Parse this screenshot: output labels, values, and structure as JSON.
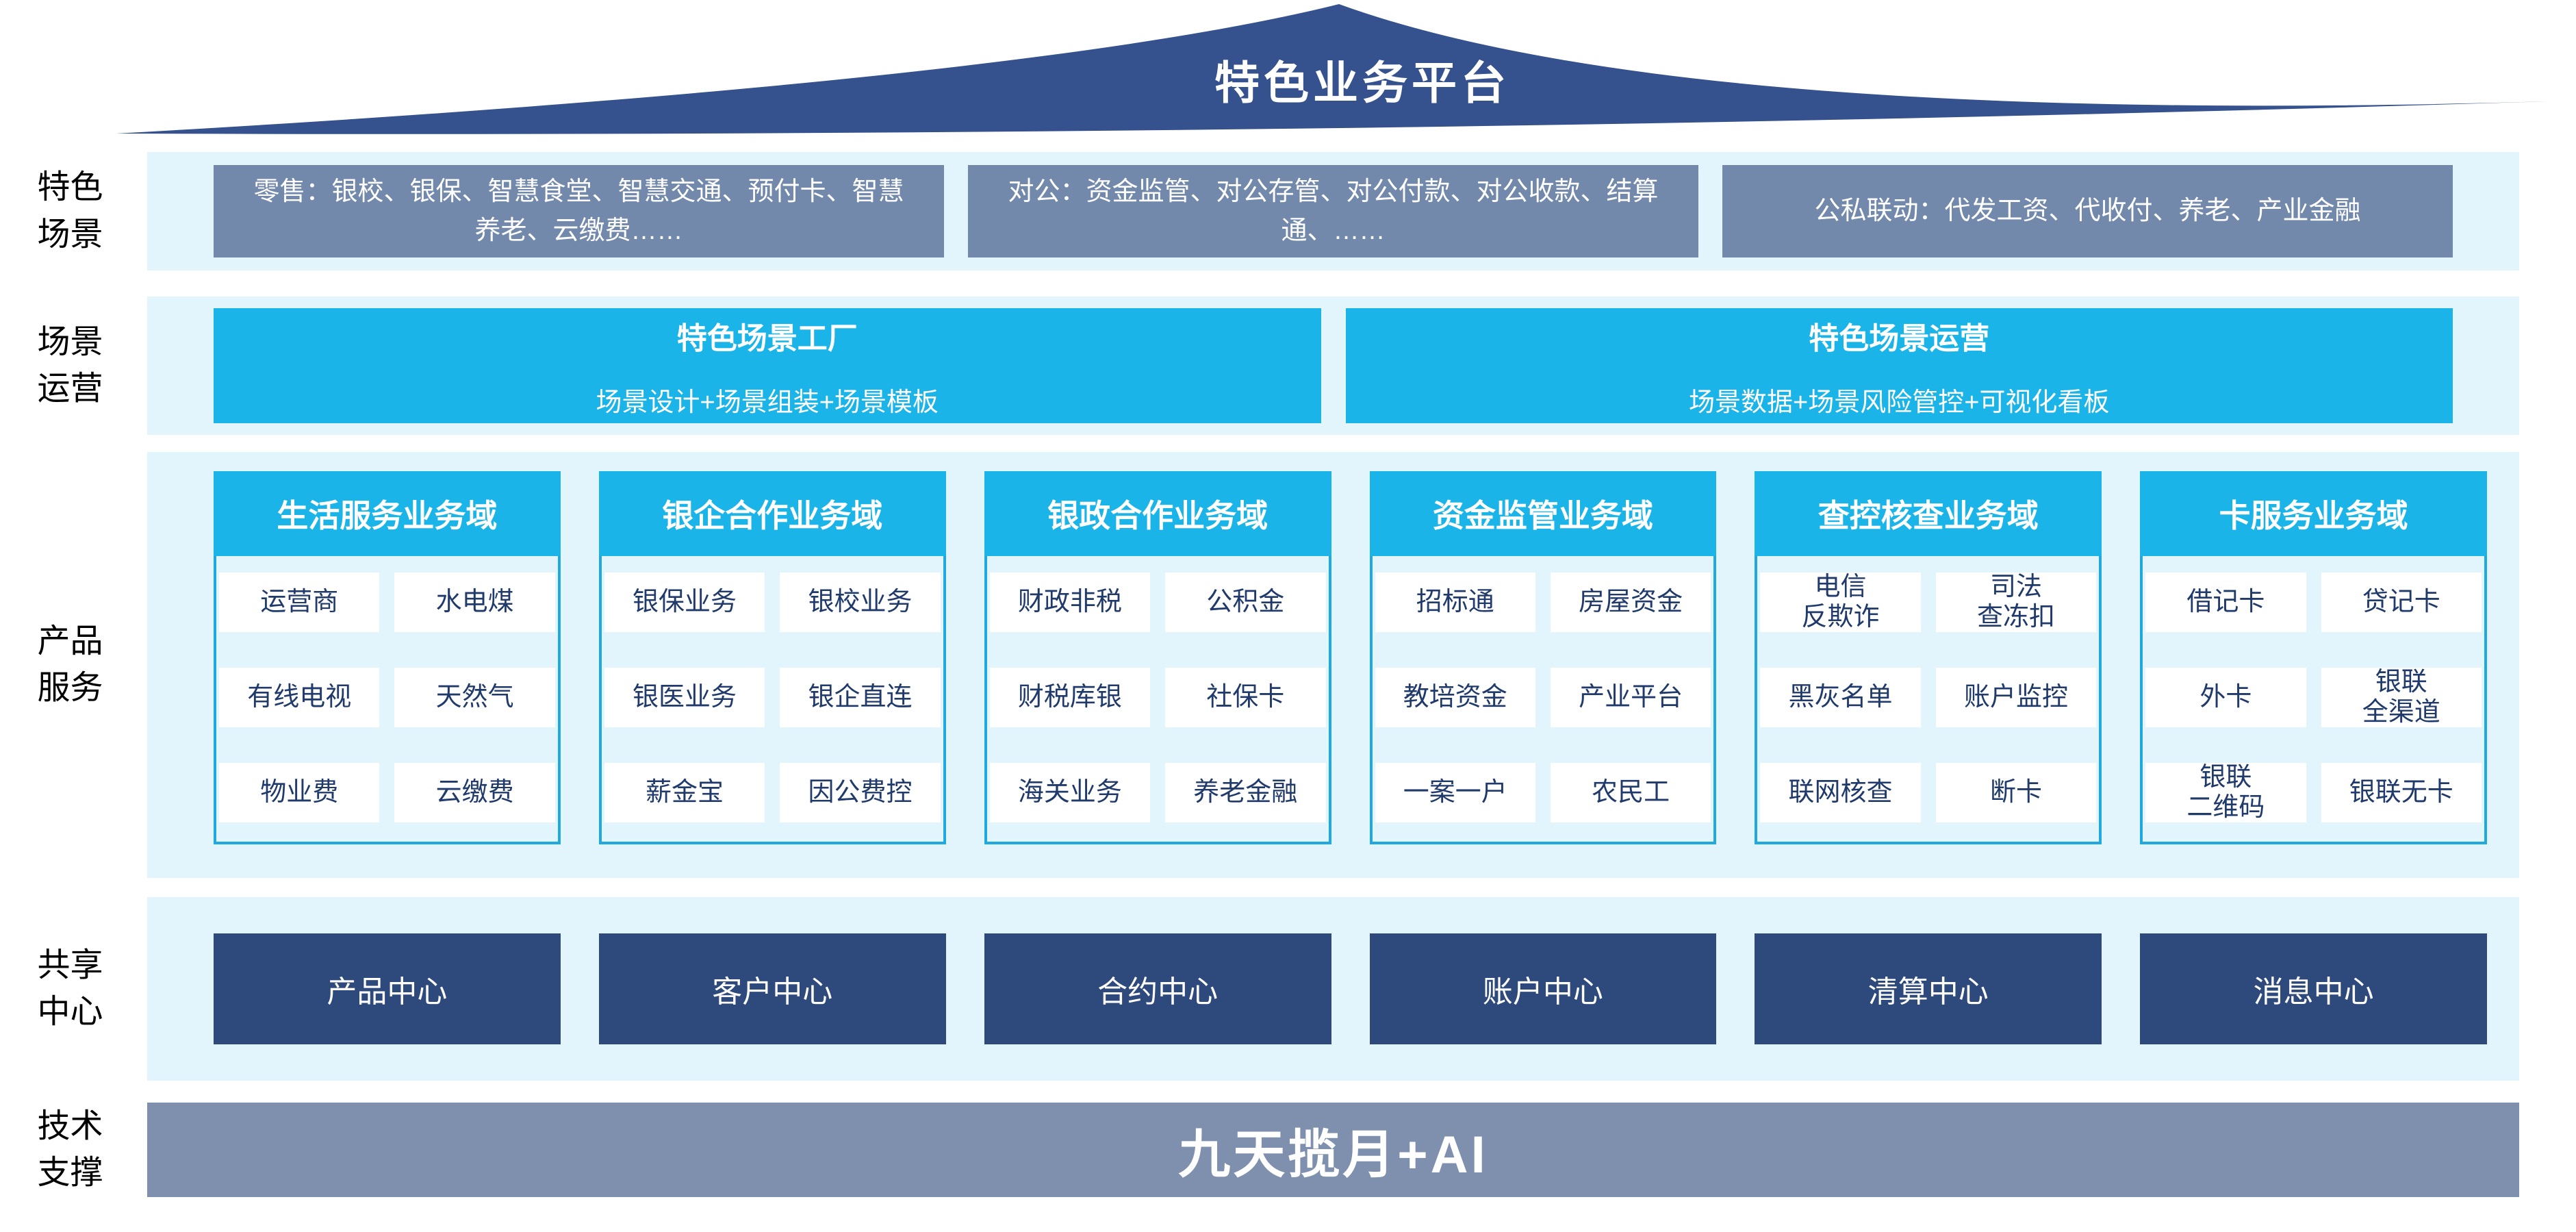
{
  "diagram": {
    "title": "特色业务平台",
    "bands": {
      "scenes": {
        "label": "特色\n场景",
        "boxes": [
          "零售：银校、银保、智慧食堂、智慧交通、预付卡、智慧养老、云缴费……",
          "对公：资金监管、对公存管、对公付款、对公收款、结算通、……",
          "公私联动：代发工资、代收付、养老、产业金融"
        ]
      },
      "operations": {
        "label": "场景\n运营",
        "boxes": [
          {
            "title": "特色场景工厂",
            "subtitle": "场景设计+场景组装+场景模板"
          },
          {
            "title": "特色场景运营",
            "subtitle": "场景数据+场景风险管控+可视化看板"
          }
        ]
      },
      "products": {
        "label": "产品\n服务",
        "columns": [
          {
            "header": "生活服务业务域",
            "cells": [
              "运营商",
              "水电煤",
              "有线电视",
              "天然气",
              "物业费",
              "云缴费"
            ]
          },
          {
            "header": "银企合作业务域",
            "cells": [
              "银保业务",
              "银校业务",
              "银医业务",
              "银企直连",
              "薪金宝",
              "因公费控"
            ]
          },
          {
            "header": "银政合作业务域",
            "cells": [
              "财政非税",
              "公积金",
              "财税库银",
              "社保卡",
              "海关业务",
              "养老金融"
            ]
          },
          {
            "header": "资金监管业务域",
            "cells": [
              "招标通",
              "房屋资金",
              "教培资金",
              "产业平台",
              "一案一户",
              "农民工"
            ]
          },
          {
            "header": "查控核查业务域",
            "cells": [
              "电信\n反欺诈",
              "司法\n查冻扣",
              "黑灰名单",
              "账户监控",
              "联网核查",
              "断卡"
            ]
          },
          {
            "header": "卡服务业务域",
            "cells": [
              "借记卡",
              "贷记卡",
              "外卡",
              "银联\n全渠道",
              "银联\n二维码",
              "银联无卡"
            ]
          }
        ]
      },
      "shared": {
        "label": "共享\n中心",
        "centers": [
          "产品中心",
          "客户中心",
          "合约中心",
          "账户中心",
          "清算中心",
          "消息中心"
        ]
      },
      "tech": {
        "label": "技术\n支撑",
        "banner": "九天揽月+AI"
      }
    }
  },
  "colors": {
    "navy_roof": "#35518E",
    "navy_box": "#2E4A7D",
    "cyan": "#1AB4E9",
    "slate": "#7289AC",
    "slate_light": "#7E90AE",
    "band_bg": "#E2F4FC",
    "border_cyan": "#1FA9E0",
    "cell_text": "#203A6C"
  }
}
